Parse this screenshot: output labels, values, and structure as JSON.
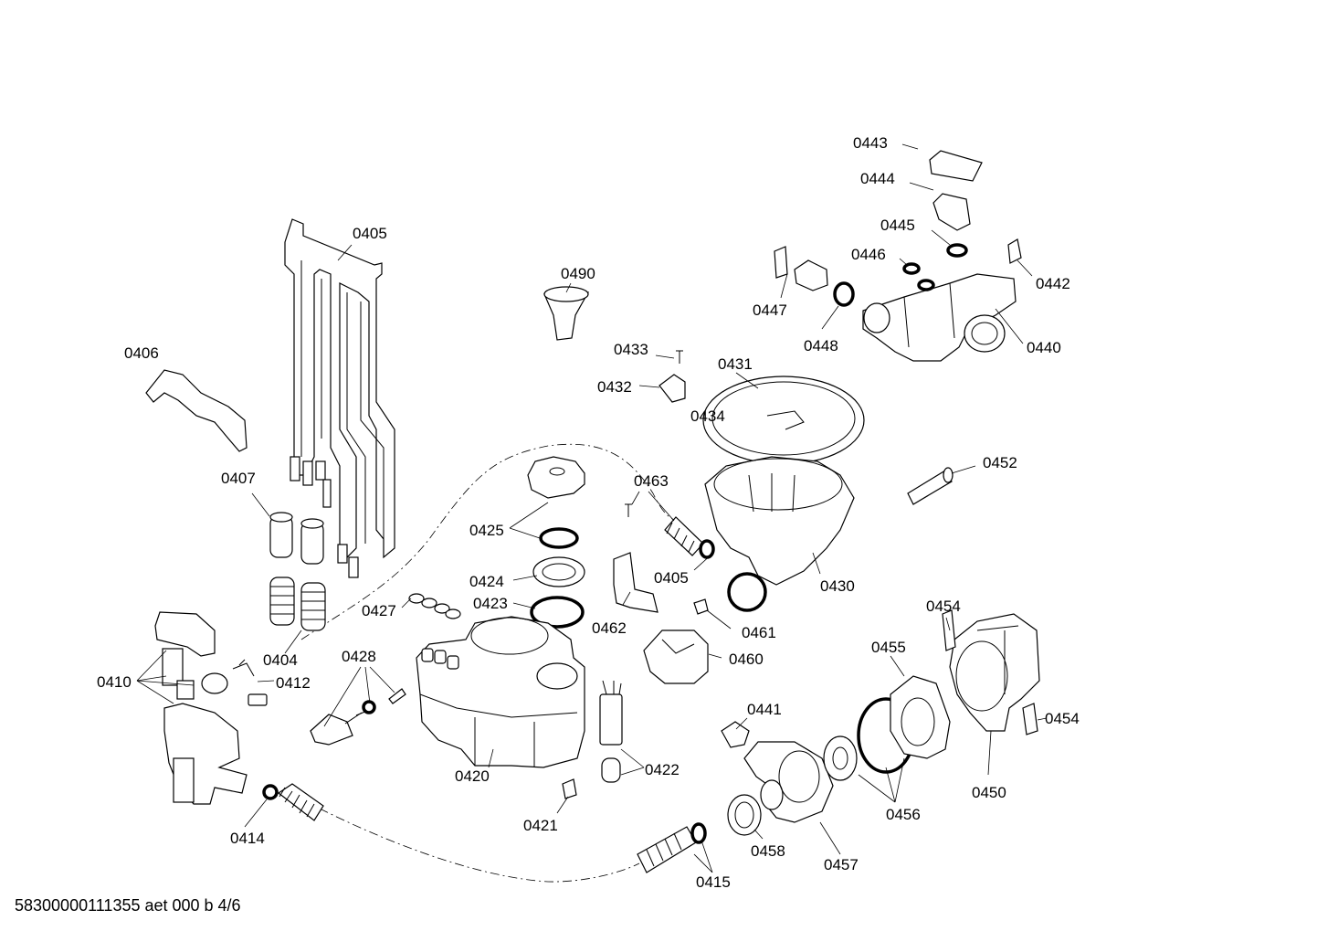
{
  "diagram": {
    "labels": {
      "0405a": "0405",
      "0406": "0406",
      "0407": "0407",
      "0404": "0404",
      "0410": "0410",
      "0412": "0412",
      "0414": "0414",
      "0415": "0415",
      "0420": "0420",
      "0421": "0421",
      "0422": "0422",
      "0423": "0423",
      "0424": "0424",
      "0425": "0425",
      "0427": "0427",
      "0428": "0428",
      "0430": "0430",
      "0431": "0431",
      "0432": "0432",
      "0433": "0433",
      "0434": "0434",
      "0405b": "0405",
      "0440": "0440",
      "0441": "0441",
      "0442": "0442",
      "0443": "0443",
      "0444": "0444",
      "0445": "0445",
      "0446": "0446",
      "0447": "0447",
      "0448": "0448",
      "0450": "0450",
      "0452": "0452",
      "0454a": "0454",
      "0454b": "0454",
      "0455": "0455",
      "0456": "0456",
      "0457": "0457",
      "0458": "0458",
      "0460": "0460",
      "0461": "0461",
      "0462": "0462",
      "0463": "0463",
      "0490": "0490"
    },
    "footer": "58300000111355 aet 000 b 4/6"
  }
}
